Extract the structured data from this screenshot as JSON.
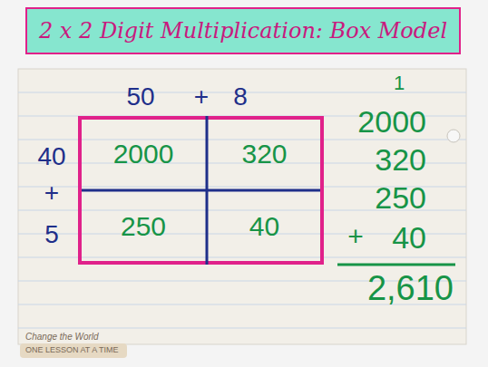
{
  "diagram": {
    "title": "2 x 2 Digit Multiplication: Box Model",
    "nodes": [
      {
        "text": [
          "2000"
        ]
      },
      {
        "text": [
          "320"
        ]
      },
      {
        "text": [
          "250"
        ]
      },
      {
        "text": [
          "40"
        ]
      }
    ],
    "labels": [
      "50",
      "+",
      "8",
      "40",
      "+",
      "5",
      "1",
      "2000",
      "320",
      "250",
      "+",
      "40",
      "2,610",
      "Change the World",
      "ONE LESSON AT A TIME"
    ]
  }
}
